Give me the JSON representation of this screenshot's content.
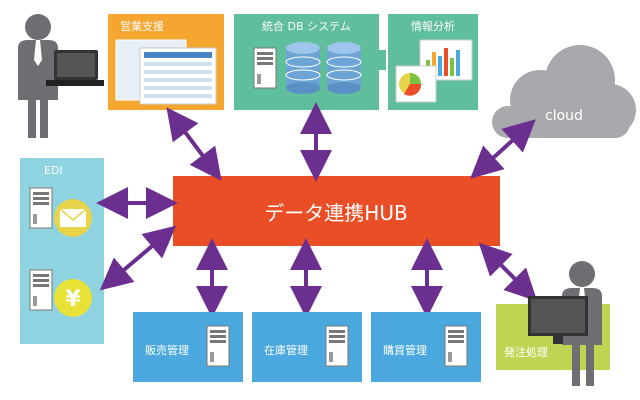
{
  "colors": {
    "hub": "#e94e26",
    "arrow": "#6b2f8f",
    "module_blue": "#4aa8de",
    "edi_panel": "#8fd3e0",
    "sales_panel": "#f5a631",
    "db_panel": "#5fbe9b",
    "order_panel": "#bfd452",
    "cloud": "#a9a9ad",
    "person": "#6e6f72",
    "database": "#6da4d6",
    "coin": "#e8e236",
    "mail_circle": "#e8d44a"
  },
  "hub": {
    "label": "データ連携HUB"
  },
  "sales_support": {
    "label": "営業支援"
  },
  "integrated_db": {
    "label": "統合 DB システム"
  },
  "analysis": {
    "label": "情報分析"
  },
  "cloud": {
    "label": "cloud"
  },
  "edi": {
    "label": "EDI",
    "yen_symbol": "¥"
  },
  "modules": [
    {
      "label": "販売管理"
    },
    {
      "label": "在庫管理"
    },
    {
      "label": "購買管理"
    }
  ],
  "order_processing": {
    "label": "発注処理"
  },
  "icons": [
    "person-icon",
    "laptop-icon",
    "server-icon",
    "database-icon",
    "mail-icon",
    "yen-coin-icon",
    "cloud-icon",
    "monitor-icon",
    "chart-icon"
  ]
}
